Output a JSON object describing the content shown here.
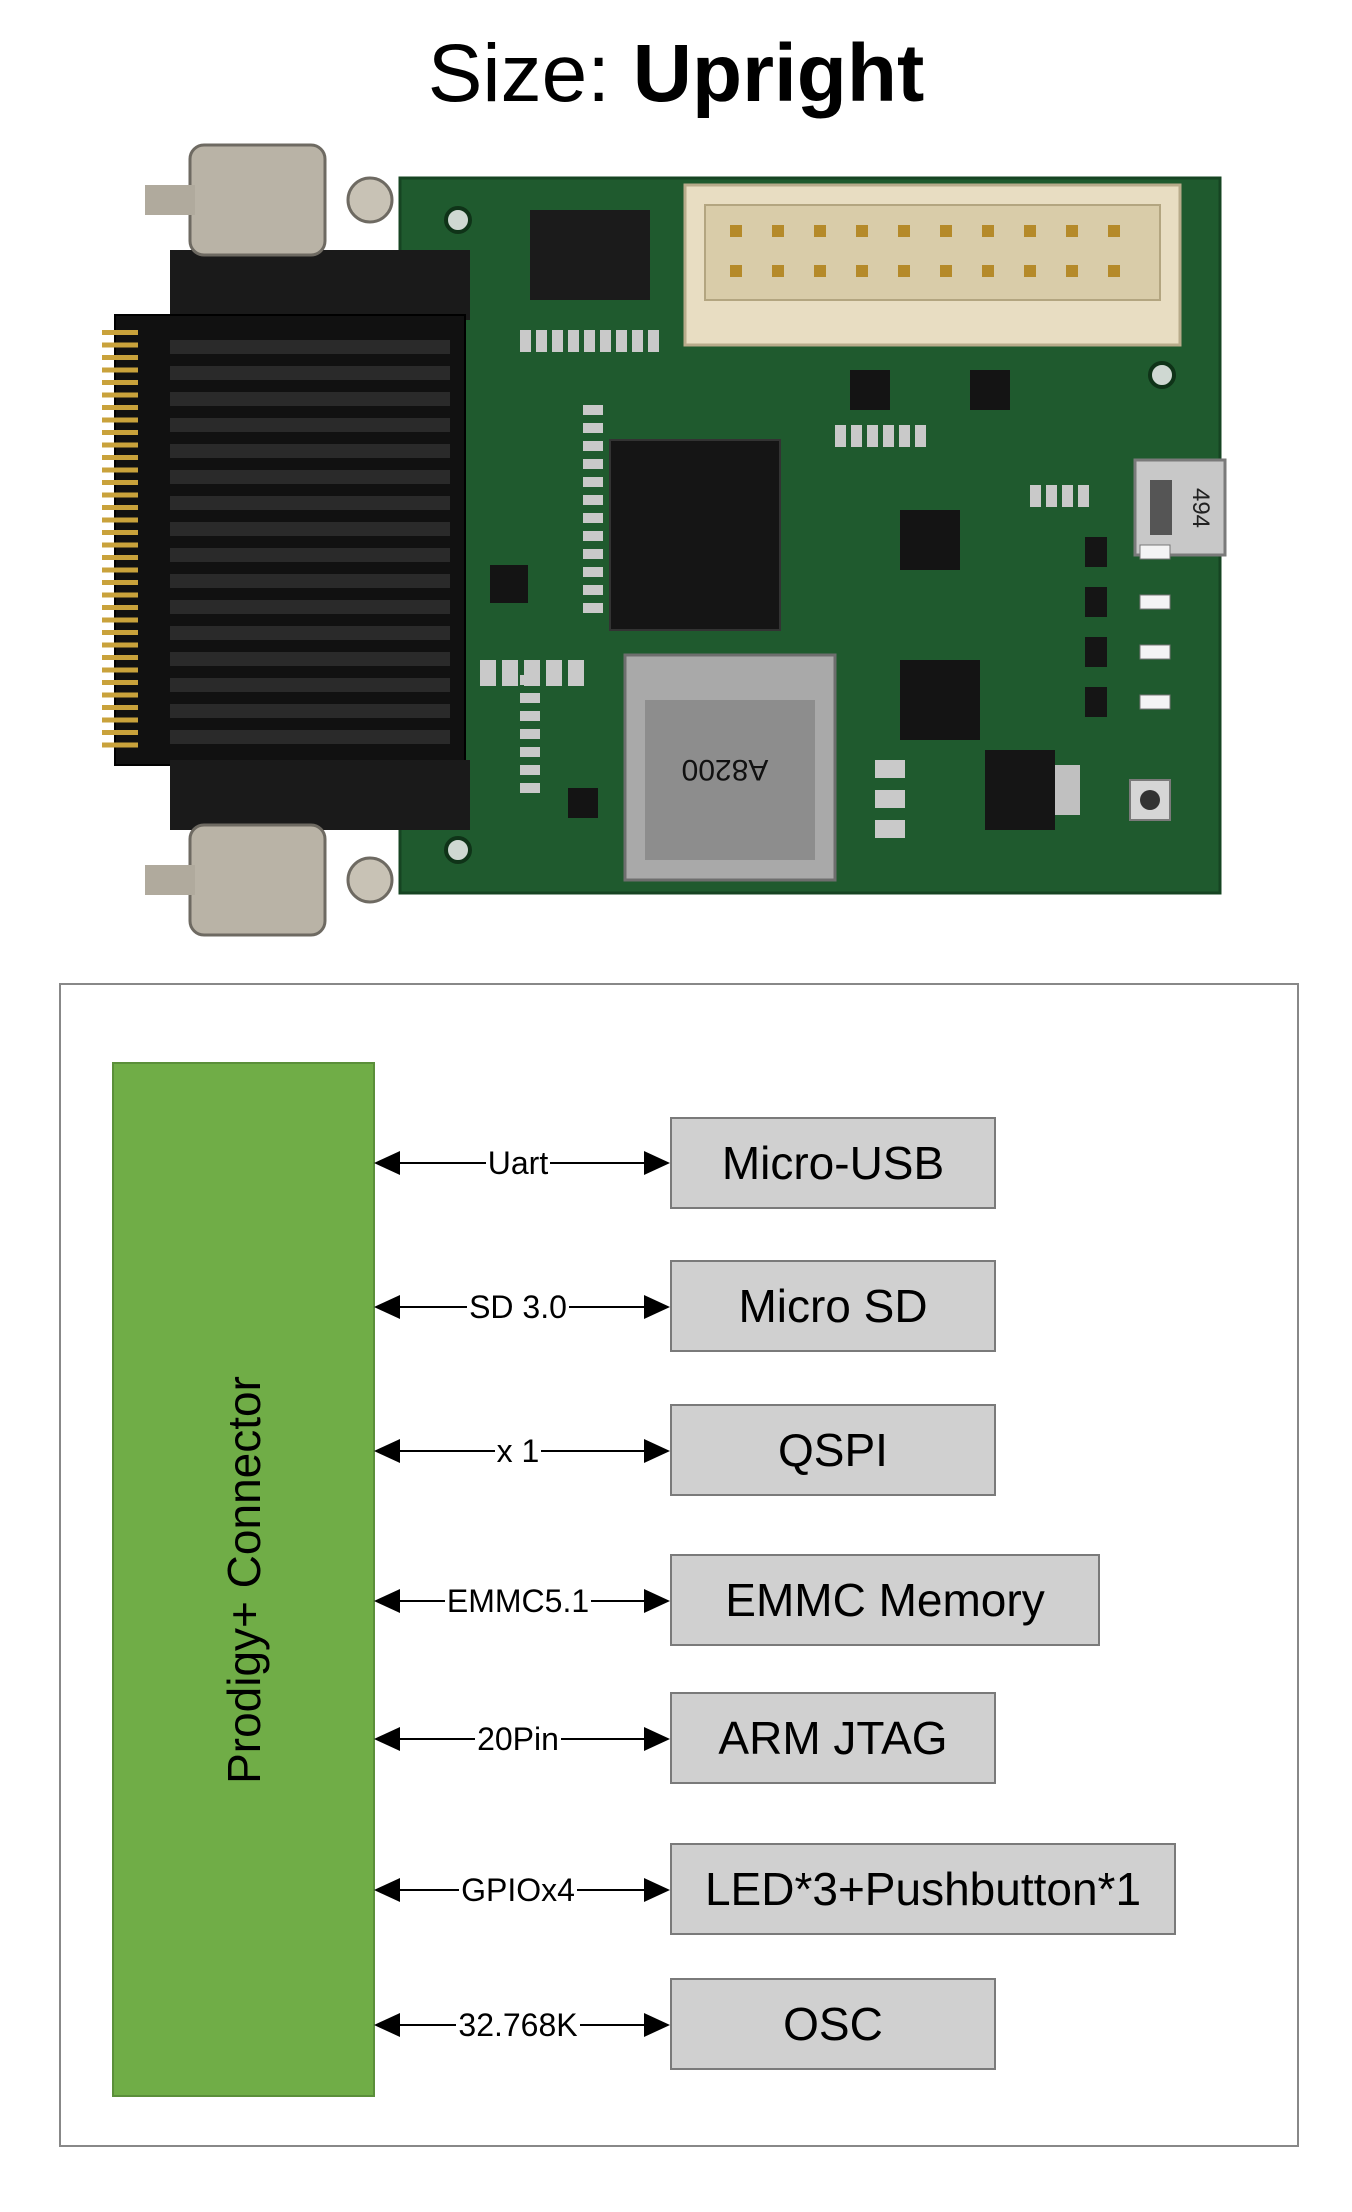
{
  "title": {
    "prefix": "Size: ",
    "emphasis": "Upright"
  },
  "board": {
    "usb_mark": "494",
    "sd_mark": "A8200"
  },
  "diagram": {
    "connector_label": "Prodigy+ Connector",
    "links": [
      {
        "interface": "Uart",
        "block": "Micro-USB"
      },
      {
        "interface": "SD 3.0",
        "block": "Micro SD"
      },
      {
        "interface": "x 1",
        "block": "QSPI"
      },
      {
        "interface": "EMMC5.1",
        "block": "EMMC Memory"
      },
      {
        "interface": "20Pin",
        "block": "ARM JTAG"
      },
      {
        "interface": "GPIOx4",
        "block": "LED*3+Pushbutton*1"
      },
      {
        "interface": "32.768K",
        "block": "OSC"
      }
    ]
  },
  "colors": {
    "connector": "#70ad47",
    "block": "#d0d0d0",
    "pcb": "#1f5a2e"
  }
}
